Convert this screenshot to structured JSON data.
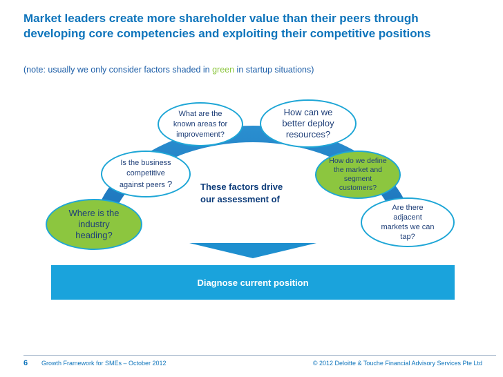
{
  "header": {
    "title_line1": "Market leaders create more shareholder value than their peers through",
    "title_line2": "developing core competencies and exploiting their competitive positions",
    "note_prefix": "(note: usually we only consider factors shaded in ",
    "note_green": "green",
    "note_suffix": " in startup situations)"
  },
  "colors": {
    "brand_blue": "#0e74bb",
    "cyan": "#1ea6d6",
    "green": "#8cc63f",
    "dark_text": "#1f3f78"
  },
  "diagram": {
    "bubbles": {
      "industry": {
        "lines": [
          "Where is the",
          "industry",
          "heading?"
        ]
      },
      "competitive": {
        "lines": [
          "Is the business",
          "competitive",
          "against peers"
        ],
        "qmark": "?"
      },
      "improvement": {
        "lines": [
          "What are the",
          "known areas for",
          "improvement?"
        ]
      },
      "deploy": {
        "lines": [
          "How can we",
          "better deploy",
          "resources?"
        ]
      },
      "market": {
        "lines": [
          "How do we define",
          "the market and",
          "segment",
          "customers?"
        ]
      },
      "adjacent": {
        "lines": [
          "Are there",
          "adjacent",
          "markets we can",
          "tap?"
        ]
      }
    },
    "center_text": {
      "line1": "These factors drive",
      "line2": "our assessment of"
    },
    "bar_label": "Diagnose current position"
  },
  "footer": {
    "page_number": "6",
    "left": "Growth Framework for SMEs – October 2012",
    "right": "© 2012 Deloitte & Touche Financial Advisory Services Pte Ltd"
  }
}
